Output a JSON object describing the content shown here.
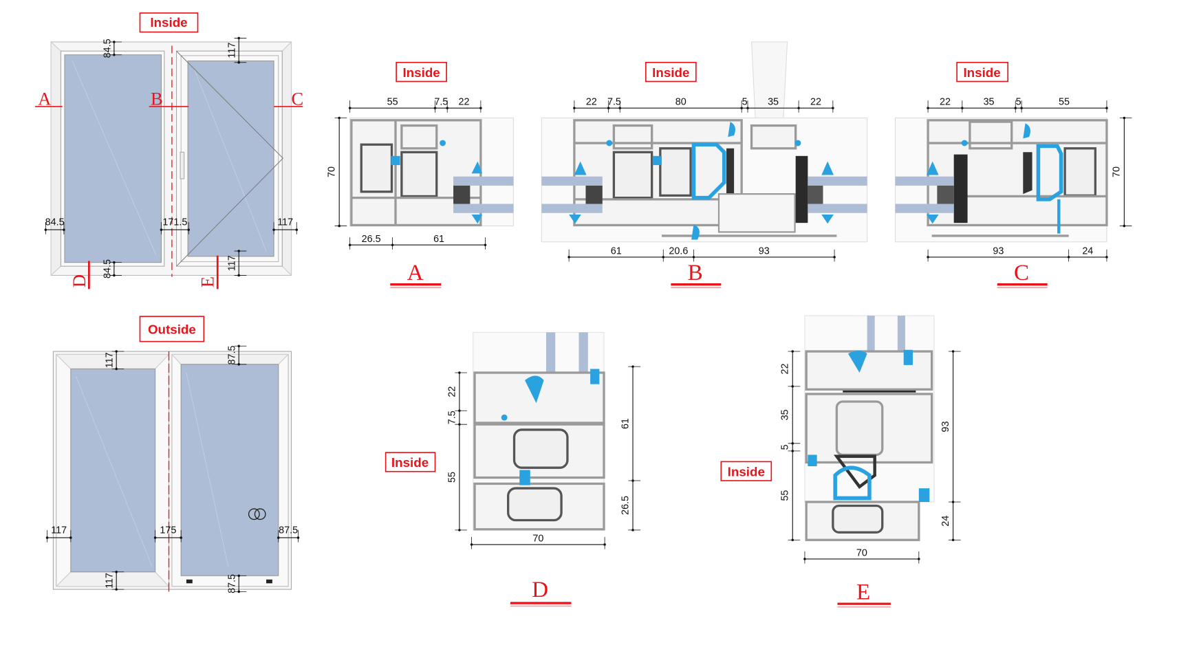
{
  "labels": {
    "inside": "Inside",
    "outside": "Outside"
  },
  "colors": {
    "accent_red": "#e8141b",
    "glass": "#adbdd5",
    "gasket": "#2aa2e0",
    "profile": "#9a9a9a"
  },
  "elevation_inside": {
    "section_marks": [
      "A",
      "B",
      "C",
      "D",
      "E"
    ],
    "dims": {
      "top_left": "84.5",
      "top_right": "117",
      "left": "84.5",
      "mid": "171.5",
      "right": "117",
      "bottom_left": "84.5",
      "bottom_right": "117"
    }
  },
  "elevation_outside": {
    "dims": {
      "top_left": "117",
      "top_right": "87.5",
      "left": "117",
      "mid": "175",
      "right": "87.5",
      "bottom_left": "117",
      "bottom_right": "87.5"
    }
  },
  "sections": {
    "A": {
      "title": "A",
      "dims_top": [
        "55",
        "7.5",
        "22"
      ],
      "dims_bottom": [
        "26.5",
        "61"
      ],
      "dim_height": "70"
    },
    "B": {
      "title": "B",
      "dims_top": [
        "22",
        "7.5",
        "80",
        "5",
        "35",
        "22"
      ],
      "dims_bottom": [
        "61",
        "20.6",
        "93"
      ]
    },
    "C": {
      "title": "C",
      "dims_top": [
        "22",
        "35",
        "5",
        "55"
      ],
      "dims_bottom": [
        "93",
        "24"
      ],
      "dim_height": "70"
    },
    "D": {
      "title": "D",
      "dims_left": [
        "22",
        "7.5",
        "55"
      ],
      "dims_right": [
        "61",
        "26.5"
      ],
      "dim_bottom": "70"
    },
    "E": {
      "title": "E",
      "dims_left": [
        "22",
        "35",
        "5",
        "55"
      ],
      "dims_right": [
        "93",
        "24"
      ],
      "dim_bottom": "70"
    }
  }
}
